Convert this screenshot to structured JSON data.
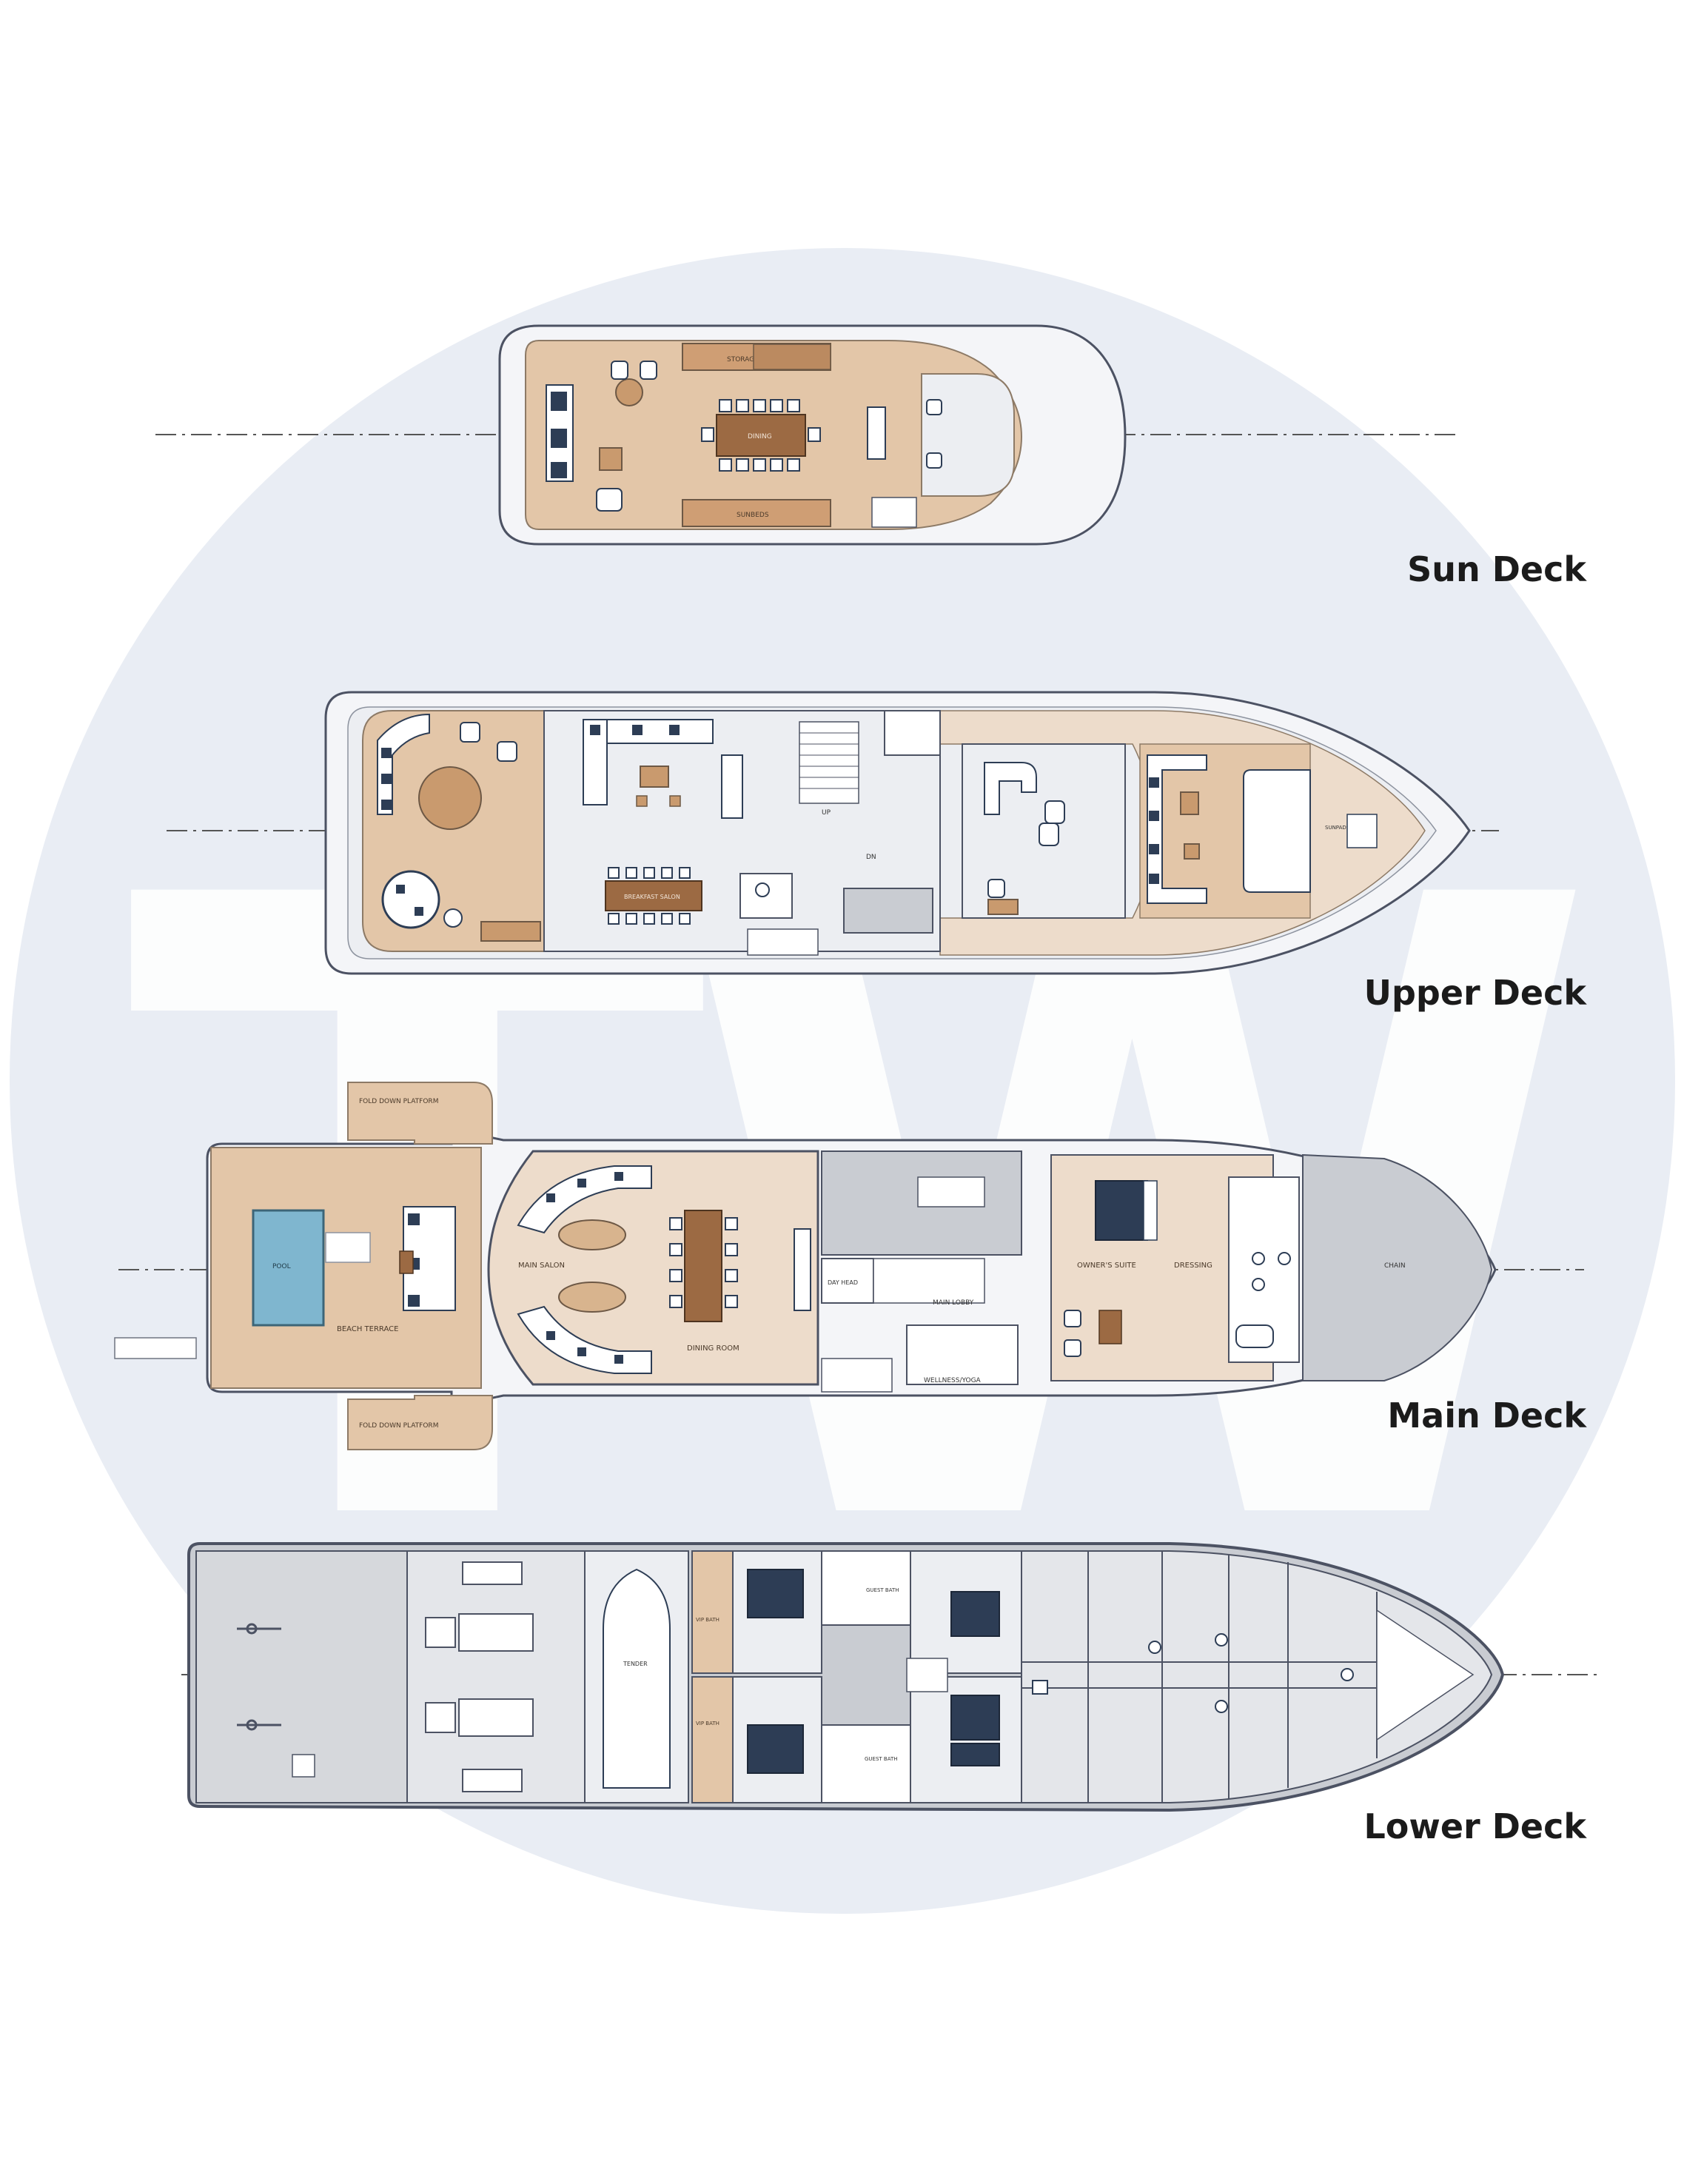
{
  "watermark": {
    "monogram": "TW"
  },
  "colors": {
    "circle": "#e9edf4",
    "teak": "#e3c6a8",
    "teak_light": "#eddccb",
    "deck_fill": "#eceef2",
    "hull_stroke": "#4c5263",
    "grey_room": "#c9ccd2",
    "navy": "#2d3d55",
    "pool": "#7fb6cf",
    "wood_table": "#9c6a43"
  },
  "decks": [
    {
      "id": "sun",
      "name": "Sun Deck",
      "labels": {
        "storage": "STORAGE",
        "dining": "DINING",
        "sunbeds": "SUNBEDS"
      }
    },
    {
      "id": "upper",
      "name": "Upper Deck",
      "labels": {
        "dining": "BREAKFAST SALON",
        "sunpads": "SUNPADS",
        "up": "UP",
        "dn": "DN"
      }
    },
    {
      "id": "main",
      "name": "Main Deck",
      "labels": {
        "platform_top": "FOLD DOWN PLATFORM",
        "platform_bottom": "FOLD DOWN PLATFORM",
        "pool": "POOL",
        "beach_terrace": "BEACH TERRACE",
        "main_salon": "MAIN SALON",
        "dining_room": "DINING ROOM",
        "day_head": "DAY HEAD",
        "main_lobby": "MAIN LOBBY",
        "wellness": "WELLNESS/YOGA",
        "owners_suite": "OWNER'S SUITE",
        "dressing": "DRESSING",
        "chain": "CHAIN"
      }
    },
    {
      "id": "lower",
      "name": "Lower Deck",
      "labels": {
        "vip_bath_top": "VIP BATH",
        "vip_bath_bottom": "VIP BATH",
        "guest_bath_top": "GUEST BATH",
        "guest_bath_bottom": "GUEST BATH",
        "tender": "TENDER"
      }
    }
  ]
}
